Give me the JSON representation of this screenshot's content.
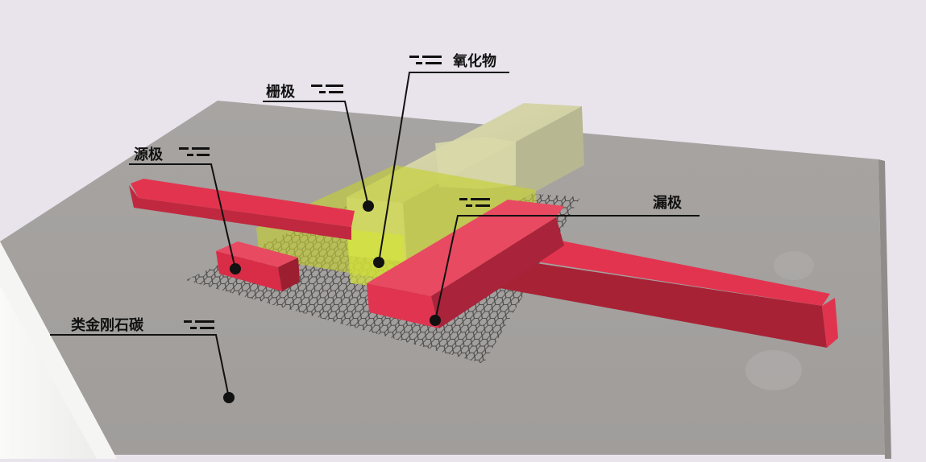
{
  "labels": {
    "source": "源极",
    "gate": "栅极",
    "oxide": "氧化物",
    "drain": "漏极",
    "substrate": "类金刚石碳"
  },
  "colors": {
    "background": "#e9e4ec",
    "substrate_top": "#a9a6a4",
    "substrate_edge": "#f6f6f4",
    "electrode": "#e0304e",
    "electrode_dark": "#a92236",
    "gate": "#d6d6a8",
    "oxide": "#c8d32c",
    "leader": "#000000"
  },
  "icons": [
    "label-dash-icon",
    "leader-dot-icon",
    "graphene-lattice"
  ]
}
